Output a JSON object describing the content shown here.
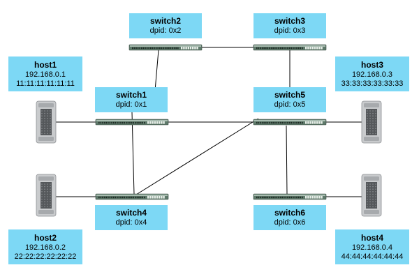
{
  "switches": [
    {
      "id": "switch1",
      "name": "switch1",
      "dpid": "dpid: 0x1"
    },
    {
      "id": "switch2",
      "name": "switch2",
      "dpid": "dpid: 0x2"
    },
    {
      "id": "switch3",
      "name": "switch3",
      "dpid": "dpid: 0x3"
    },
    {
      "id": "switch4",
      "name": "switch4",
      "dpid": "dpid: 0x4"
    },
    {
      "id": "switch5",
      "name": "switch5",
      "dpid": "dpid: 0x5"
    },
    {
      "id": "switch6",
      "name": "switch6",
      "dpid": "dpid: 0x6"
    }
  ],
  "hosts": [
    {
      "id": "host1",
      "name": "host1",
      "ip": "192.168.0.1",
      "mac": "11:11:11:11:11:11"
    },
    {
      "id": "host2",
      "name": "host2",
      "ip": "192.168.0.2",
      "mac": "22:22:22:22:22:22"
    },
    {
      "id": "host3",
      "name": "host3",
      "ip": "192.168.0.3",
      "mac": "33:33:33:33:33:33"
    },
    {
      "id": "host4",
      "name": "host4",
      "ip": "192.168.0.4",
      "mac": "44:44:44:44:44:44"
    }
  ],
  "links": [
    [
      "switch1",
      "switch2"
    ],
    [
      "switch2",
      "switch3"
    ],
    [
      "switch3",
      "switch5"
    ],
    [
      "switch1",
      "switch4"
    ],
    [
      "switch1",
      "switch5"
    ],
    [
      "switch4",
      "switch5"
    ],
    [
      "switch5",
      "switch6"
    ],
    [
      "host1",
      "switch1"
    ],
    [
      "host2",
      "switch4"
    ],
    [
      "host3",
      "switch5"
    ],
    [
      "host4",
      "switch6"
    ]
  ],
  "colors": {
    "label_bg": "#7dd8f5",
    "switch_body": "#5f7a6b",
    "link": "#000000"
  }
}
